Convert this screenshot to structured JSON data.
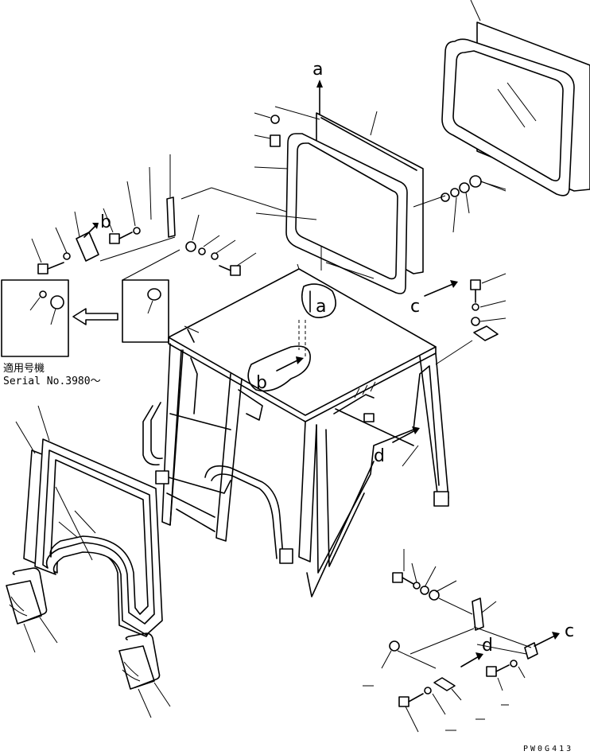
{
  "callouts": {
    "a_top": "a",
    "a_bubble": "a",
    "b_left": "b",
    "b_bubble": "b",
    "c_mid": "c",
    "c_bottom": "c",
    "d_mid": "d",
    "d_bottom": "d"
  },
  "inset_note": {
    "applicable_label": "適用号機",
    "serial_label": "Serial No.3980～"
  },
  "drawing_code": "PW0G413"
}
